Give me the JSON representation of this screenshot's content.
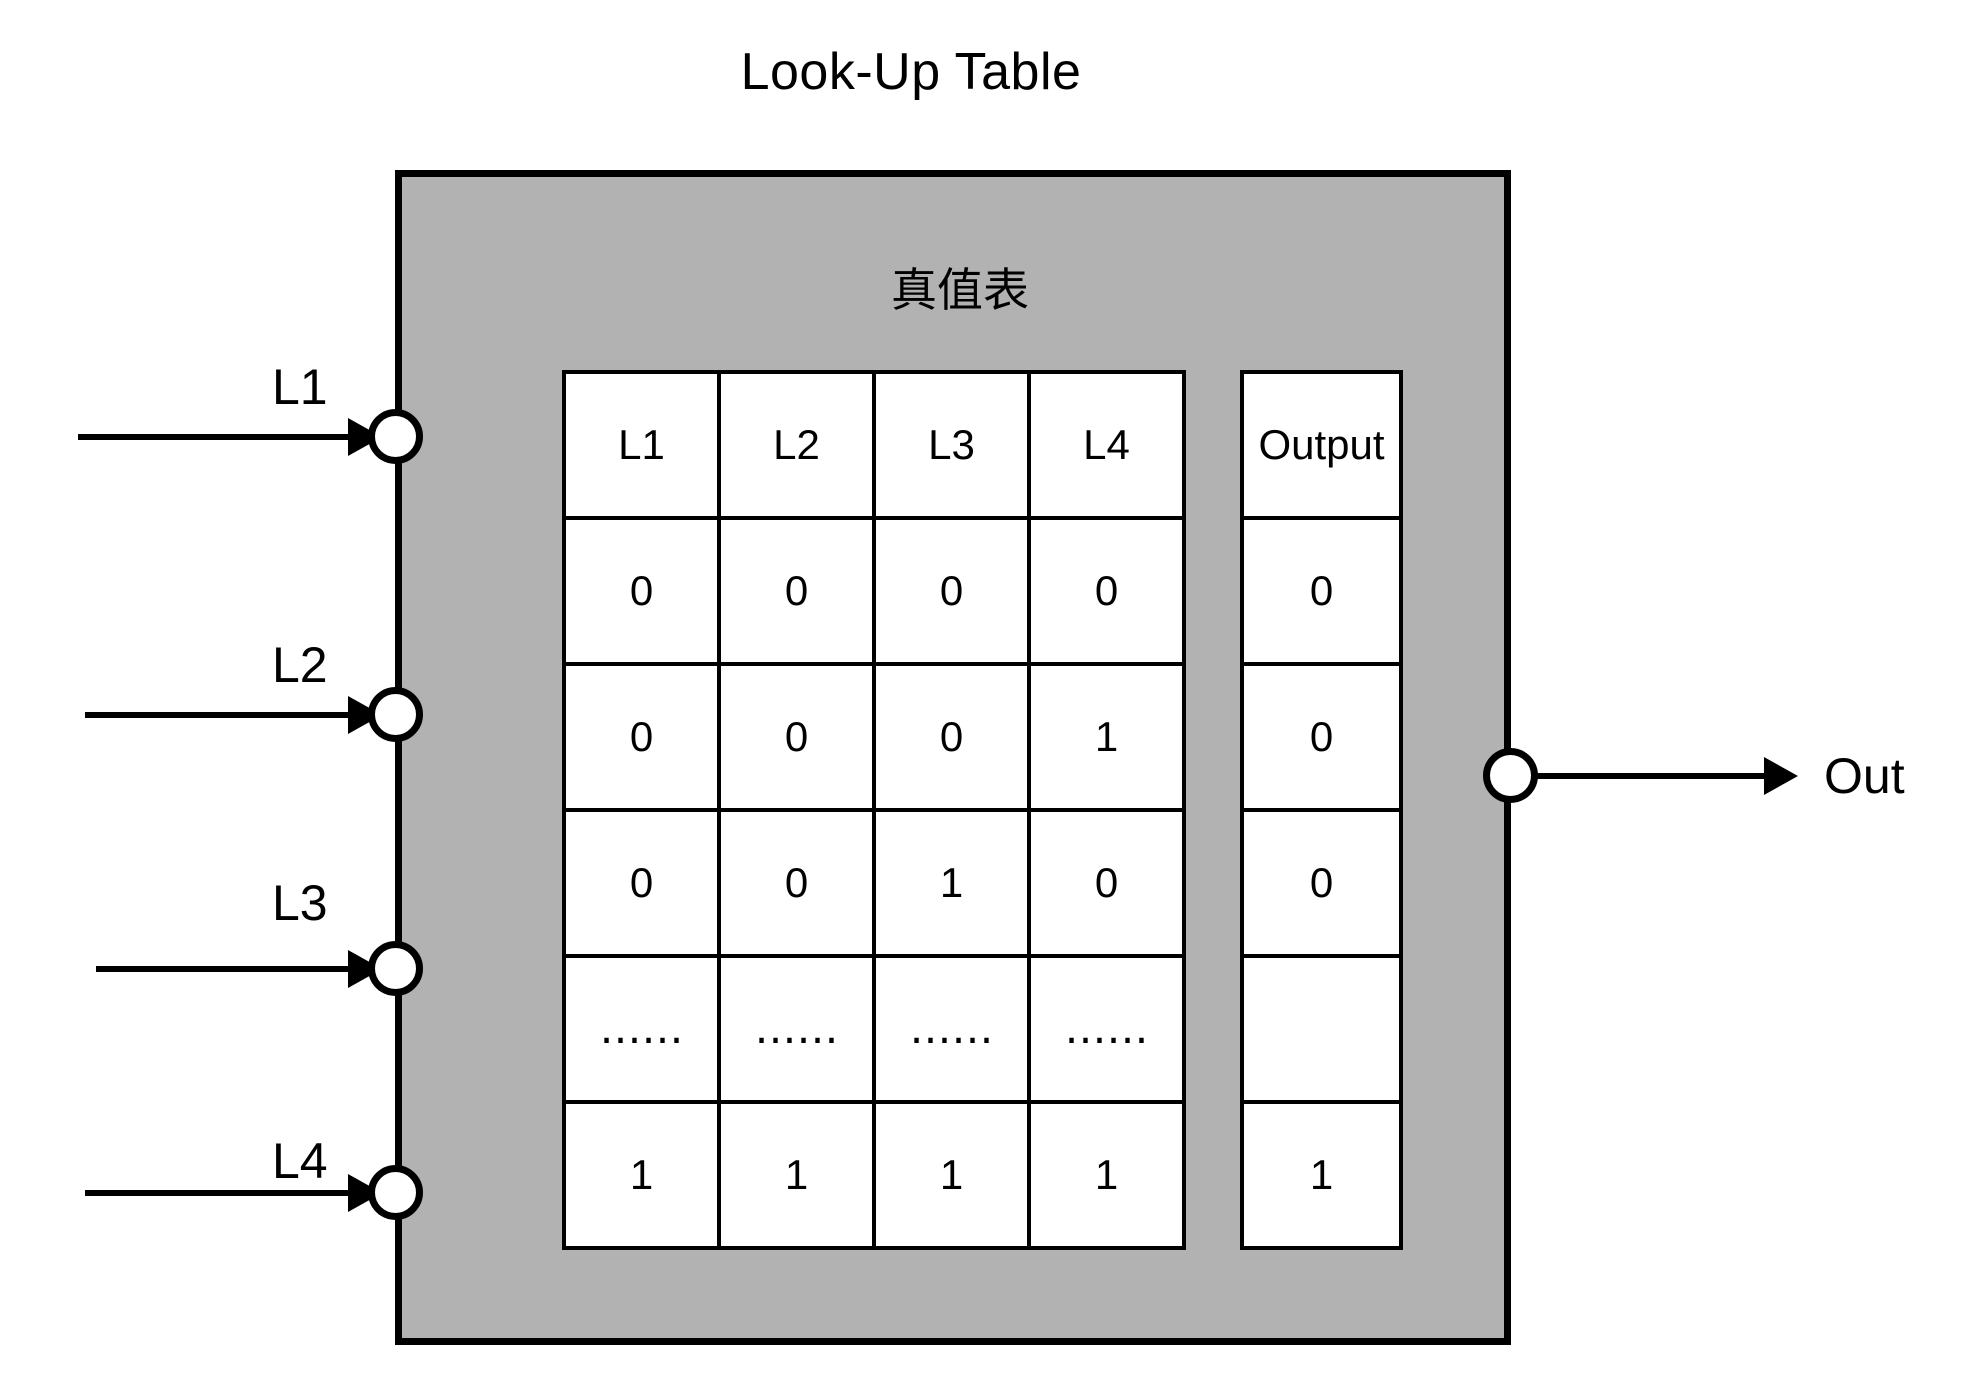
{
  "title": "Look-Up Table",
  "chip": {
    "caption": "真值表",
    "fill_color": "#b2b2b2",
    "border_color": "#000000"
  },
  "inputs": [
    {
      "label": "L1"
    },
    {
      "label": "L2"
    },
    {
      "label": "L3"
    },
    {
      "label": "L4"
    }
  ],
  "output": {
    "label": "Out"
  },
  "chart_data": {
    "type": "table",
    "title": "真值表",
    "input_headers": [
      "L1",
      "L2",
      "L3",
      "L4"
    ],
    "output_header": "Output",
    "rows": [
      {
        "inputs": [
          "0",
          "0",
          "0",
          "0"
        ],
        "output": "0"
      },
      {
        "inputs": [
          "0",
          "0",
          "0",
          "1"
        ],
        "output": "0"
      },
      {
        "inputs": [
          "0",
          "0",
          "1",
          "0"
        ],
        "output": "0"
      },
      {
        "inputs": [
          "……",
          "……",
          "……",
          "……"
        ],
        "output": ""
      },
      {
        "inputs": [
          "1",
          "1",
          "1",
          "1"
        ],
        "output": "1"
      }
    ]
  }
}
